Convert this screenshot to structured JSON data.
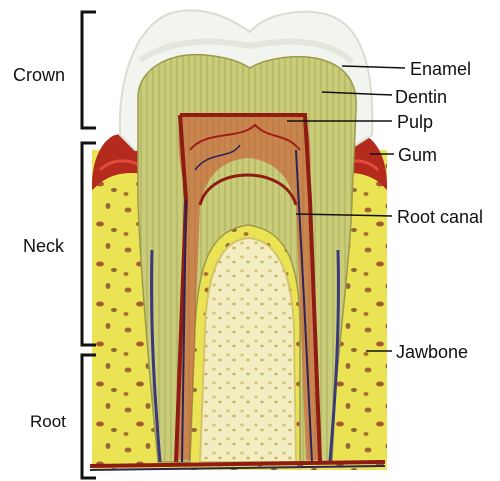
{
  "sections": {
    "crown": "Crown",
    "neck": "Neck",
    "root": "Root"
  },
  "parts": {
    "enamel": "Enamel",
    "dentin": "Dentin",
    "pulp": "Pulp",
    "gum": "Gum",
    "root_canal": "Root canal",
    "jawbone": "Jawbone"
  },
  "colors": {
    "enamel": "#f2f5ef",
    "dentin": "#c8cc7a",
    "pulp": "#b03a2e",
    "gum": "#a8201a",
    "bone": "#e8e24a",
    "canal": "#3a2a6a"
  }
}
